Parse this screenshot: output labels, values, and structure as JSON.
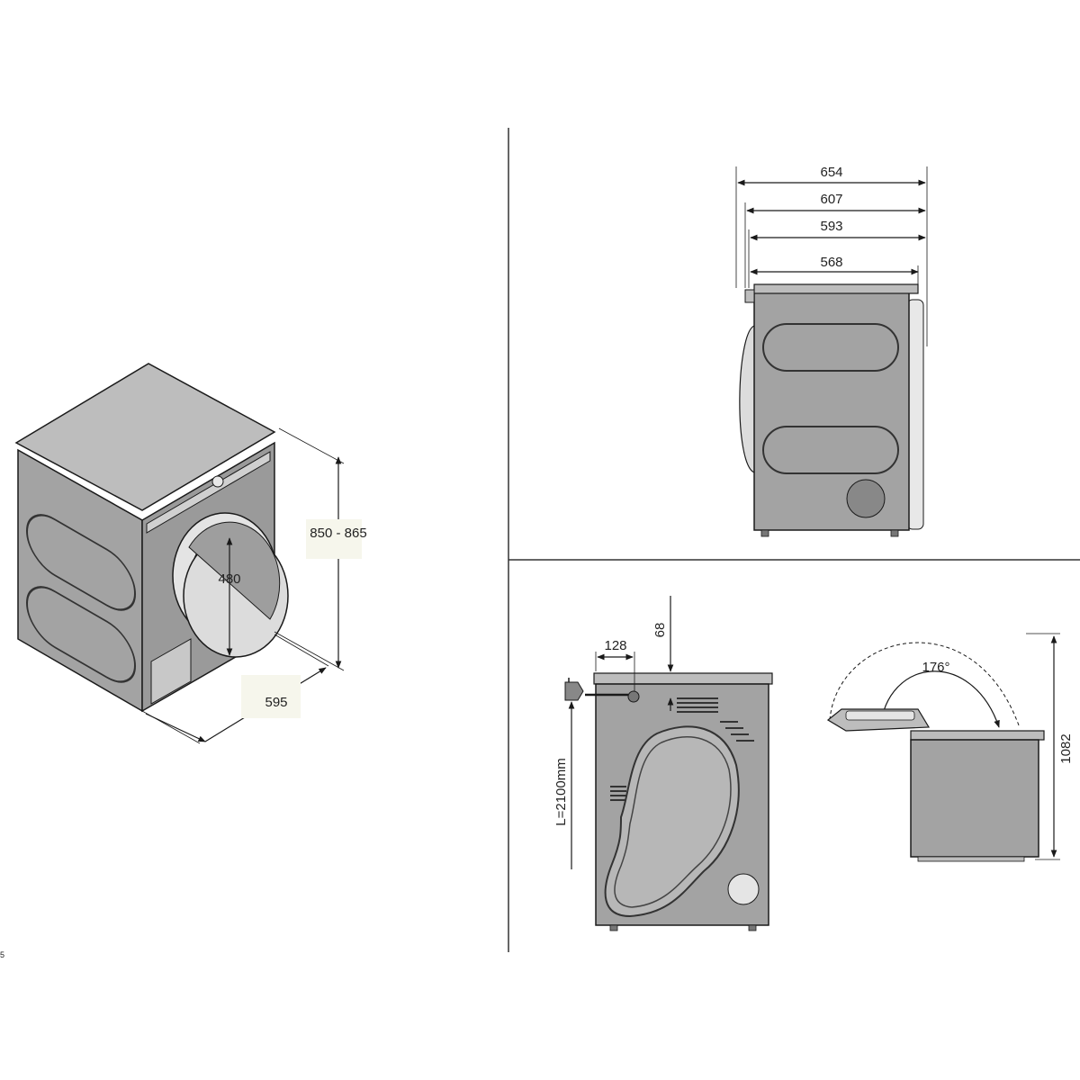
{
  "colors": {
    "background": "#ffffff",
    "body": "#a3a3a3",
    "body_dark": "#7f7f7f",
    "top": "#bdbdbd",
    "line": "#1a1a1a",
    "light": "#d9d9d9",
    "label_bg": "#f6f6ec"
  },
  "views": {
    "isometric": {
      "height_label": "850 - 865",
      "width_label": "595",
      "door_label": "480"
    },
    "side": {
      "dims": [
        "654",
        "607",
        "593",
        "568"
      ]
    },
    "rear": {
      "offset_label": "128",
      "top_offset_label": "68",
      "cable_label": "L=2100mm"
    },
    "lid": {
      "angle_label": "176°",
      "height_label": "1082"
    }
  },
  "corner_mark": "5"
}
